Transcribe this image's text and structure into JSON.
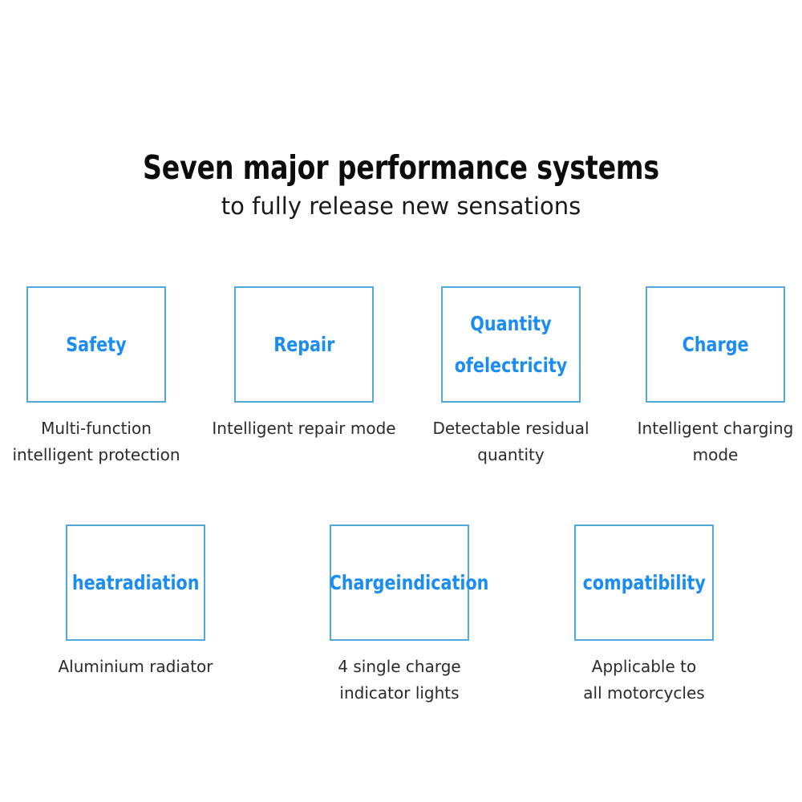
{
  "heading": {
    "title": "Seven major performance systems",
    "subtitle": "to fully release new sensations"
  },
  "colors": {
    "box_border": "#4fa9dd",
    "box_label": "#1b8cf2",
    "title_text": "#0b0b0b",
    "caption_text": "#2b2b2b",
    "background": "#fefefe"
  },
  "features": [
    {
      "label": "Safety",
      "label_lines": [
        "Safety"
      ],
      "caption_lines": [
        "Multi-function",
        "intelligent protection"
      ]
    },
    {
      "label": "Repair",
      "label_lines": [
        "Repair"
      ],
      "caption_lines": [
        "Intelligent repair mode"
      ]
    },
    {
      "label": "Quantity of electricity",
      "label_lines": [
        "Quantity of",
        "electricity"
      ],
      "caption_lines": [
        "Detectable residual",
        "quantity"
      ]
    },
    {
      "label": "Charge",
      "label_lines": [
        "Charge"
      ],
      "caption_lines": [
        "Intelligent charging",
        "mode"
      ]
    },
    {
      "label": "heat radiation",
      "label_lines": [
        "heat",
        "radiation"
      ],
      "caption_lines": [
        "Aluminium radiator"
      ]
    },
    {
      "label": "Charge indication",
      "label_lines": [
        "Charge",
        "indication"
      ],
      "caption_lines": [
        "4 single charge",
        "indicator lights"
      ]
    },
    {
      "label": "compatibility",
      "label_lines": [
        "compatibility"
      ],
      "caption_lines": [
        "Applicable to",
        "all motorcycles"
      ]
    }
  ]
}
